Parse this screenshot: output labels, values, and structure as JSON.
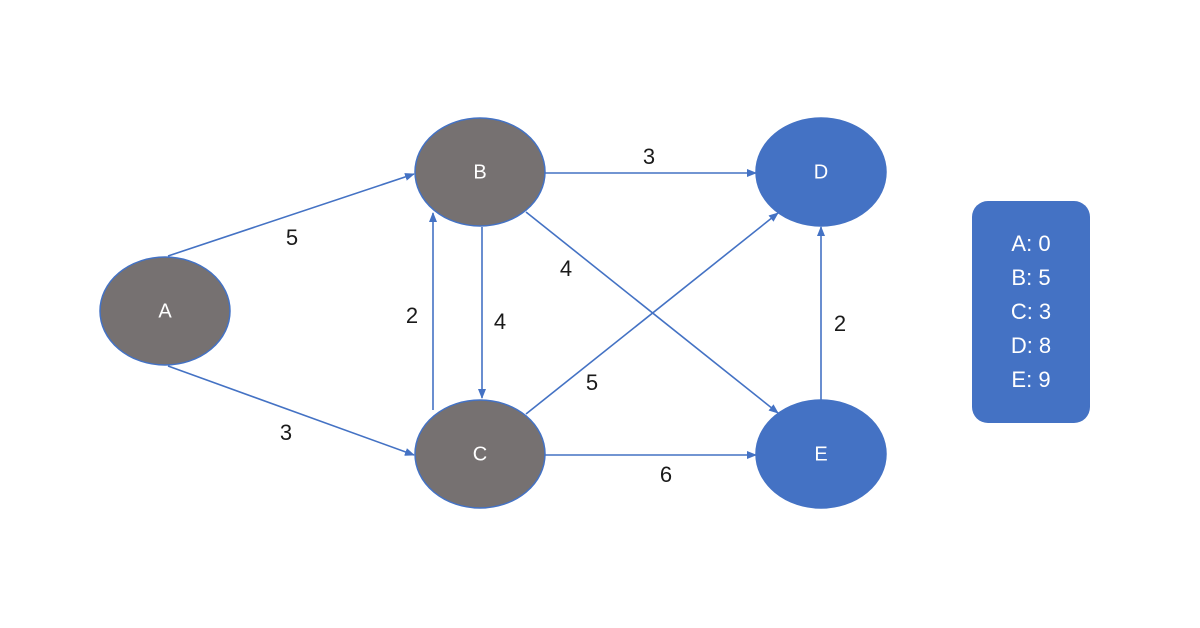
{
  "colors": {
    "visited_fill": "#767171",
    "unvisited_fill": "#4472C4",
    "node_stroke": "#4472C4",
    "edge": "#4472C4",
    "box_fill": "#4472C4"
  },
  "nodes": [
    {
      "id": "A",
      "label": "A",
      "state": "visited"
    },
    {
      "id": "B",
      "label": "B",
      "state": "visited"
    },
    {
      "id": "C",
      "label": "C",
      "state": "visited"
    },
    {
      "id": "D",
      "label": "D",
      "state": "unvisited"
    },
    {
      "id": "E",
      "label": "E",
      "state": "unvisited"
    }
  ],
  "edges": [
    {
      "from": "A",
      "to": "B",
      "weight": "5"
    },
    {
      "from": "A",
      "to": "C",
      "weight": "3"
    },
    {
      "from": "C",
      "to": "B",
      "weight": "2"
    },
    {
      "from": "B",
      "to": "C",
      "weight": "4"
    },
    {
      "from": "B",
      "to": "D",
      "weight": "3"
    },
    {
      "from": "B",
      "to": "E",
      "weight": "4"
    },
    {
      "from": "C",
      "to": "D",
      "weight": "5"
    },
    {
      "from": "C",
      "to": "E",
      "weight": "6"
    },
    {
      "from": "E",
      "to": "D",
      "weight": "2"
    }
  ],
  "distances": [
    {
      "node": "A",
      "text": "A: 0"
    },
    {
      "node": "B",
      "text": "B: 5"
    },
    {
      "node": "C",
      "text": "C: 3"
    },
    {
      "node": "D",
      "text": "D: 8"
    },
    {
      "node": "E",
      "text": "E: 9"
    }
  ]
}
